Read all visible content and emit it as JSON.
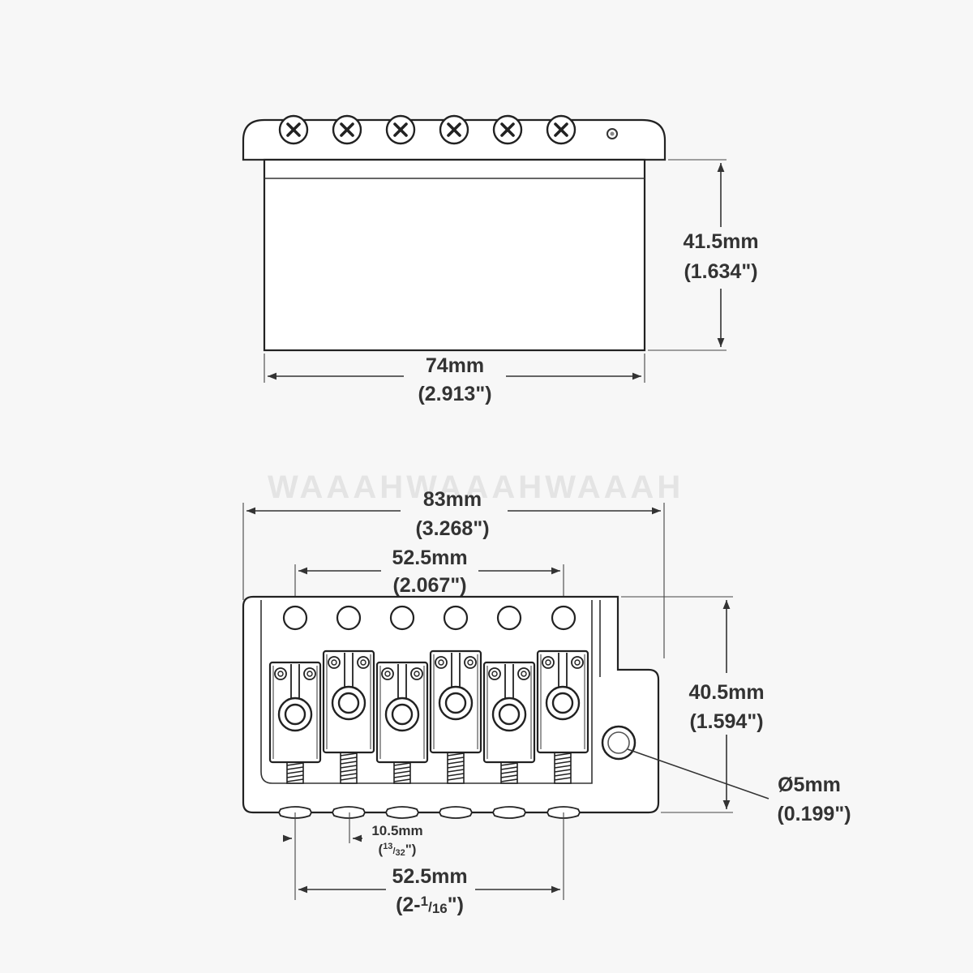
{
  "watermark": "WAAAHWAAAHWAAAH",
  "top_view": {
    "width_mm": "74mm",
    "width_in": "(2.913\")",
    "height_mm": "41.5mm",
    "height_in": "(1.634\")"
  },
  "bottom_view": {
    "overall_width_mm": "83mm",
    "overall_width_in": "(3.268\")",
    "string_spacing_top_mm": "52.5mm",
    "string_spacing_top_in": "(2.067\")",
    "height_mm": "40.5mm",
    "height_in": "(1.594\")",
    "hole_diameter_mm": "Ø5mm",
    "hole_diameter_in": "(0.199\")",
    "saddle_spacing_mm": "10.5mm",
    "saddle_spacing_in_open": "(",
    "saddle_spacing_in_num": "13",
    "saddle_spacing_in_den": "32",
    "saddle_spacing_in_close": "\")",
    "string_spacing_bottom_mm": "52.5mm",
    "string_spacing_bottom_in_prefix": "(2-",
    "string_spacing_bottom_in_num": "1",
    "string_spacing_bottom_in_den": "16",
    "string_spacing_bottom_in_close": "\")"
  },
  "colors": {
    "line": "#333333",
    "background": "#f7f7f7"
  }
}
